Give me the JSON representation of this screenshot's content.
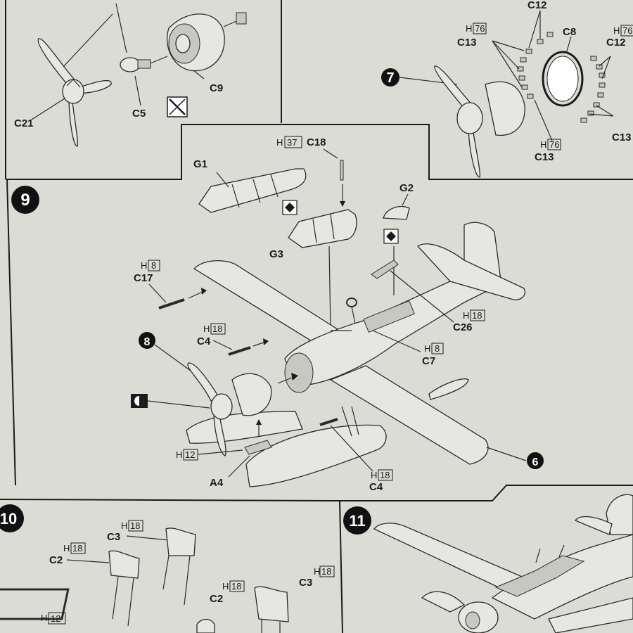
{
  "steps": {
    "step7": "7",
    "step8": "8",
    "step9": "9",
    "step10": "10",
    "step11": "11",
    "step6": "6"
  },
  "parts": {
    "c21": "C21",
    "c5": "C5",
    "c9": "C9",
    "c12_top": "C12",
    "c8": "C8",
    "c13_left": "C13",
    "c12_right": "C12",
    "c13_bottom": "C13",
    "c13_right": "C13",
    "g1": "G1",
    "c18": "C18",
    "g2": "G2",
    "g3": "G3",
    "c17": "C17",
    "c26": "C26",
    "c4_left": "C4",
    "c7": "C7",
    "a4": "A4",
    "c4_bottom": "C4",
    "c3_left": "C3",
    "c2_left": "C2",
    "c2_mid": "C2",
    "c3_right": "C3"
  },
  "paint_refs": {
    "h_letter": "H",
    "h76_a": "76",
    "h76_b": "76",
    "h76_c": "76",
    "h37": "37",
    "h8_a": "8",
    "h18_a": "18",
    "h18_b": "18",
    "h8_b": "8",
    "h12_a": "12",
    "h18_c": "18",
    "h18_d": "18",
    "h18_e": "18",
    "h18_f": "18",
    "h18_g": "18",
    "h12_b": "12"
  },
  "colors": {
    "paper": "#dcdcd7",
    "ink": "#1a1a1a",
    "part_fill": "#e6e6e2"
  }
}
